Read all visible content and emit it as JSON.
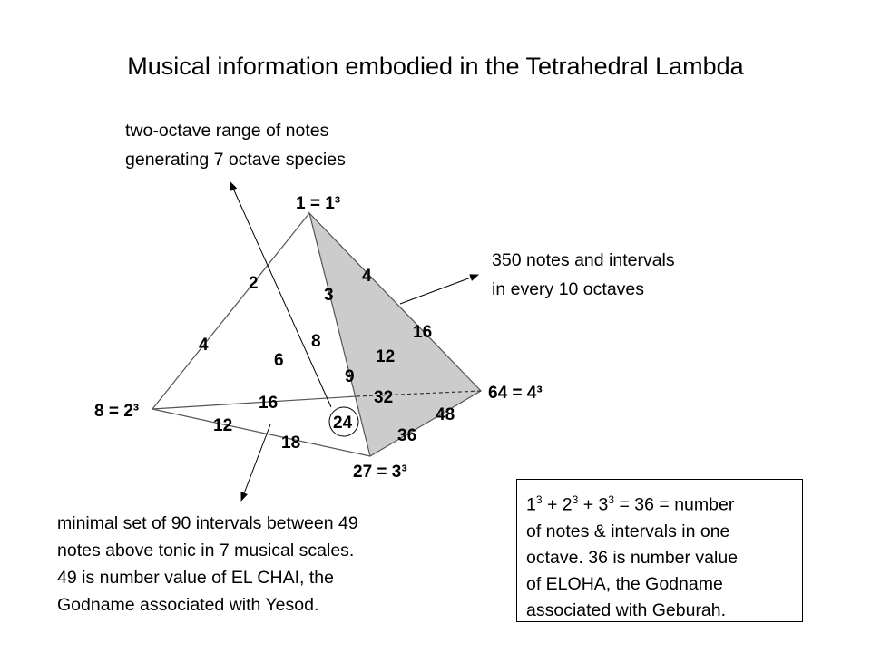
{
  "title": "Musical information embodied in the Tetrahedral Lambda",
  "annotations": {
    "top": [
      "two-octave range of notes",
      "generating 7 octave species"
    ],
    "right": [
      "350 notes and intervals",
      "in every 10 octaves"
    ],
    "bottom": [
      "minimal set of 90 intervals between 49",
      "notes above tonic in 7 musical scales.",
      "49 is number value of EL CHAI, the",
      "Godname associated with Yesod."
    ]
  },
  "box": {
    "line1_parts": [
      "1",
      "3",
      " + 2",
      "3",
      " + 3",
      "3",
      " = 36 = number"
    ],
    "rest": [
      "of notes & intervals in one",
      "octave. 36 is number value",
      "of ELOHA, the Godname",
      "associated with Geburah."
    ]
  },
  "vertices": {
    "top": "1 = 1³",
    "left": "8 = 2³",
    "bottom": "27 = 3³",
    "right": "64 = 4³"
  },
  "edge_numbers": [
    "2",
    "4",
    "3",
    "9",
    "4",
    "16",
    "12",
    "18",
    "16",
    "32",
    "36",
    "48",
    "6",
    "8",
    "12",
    "24"
  ],
  "colors": {
    "face": "#cccccc",
    "line": "#555555"
  }
}
